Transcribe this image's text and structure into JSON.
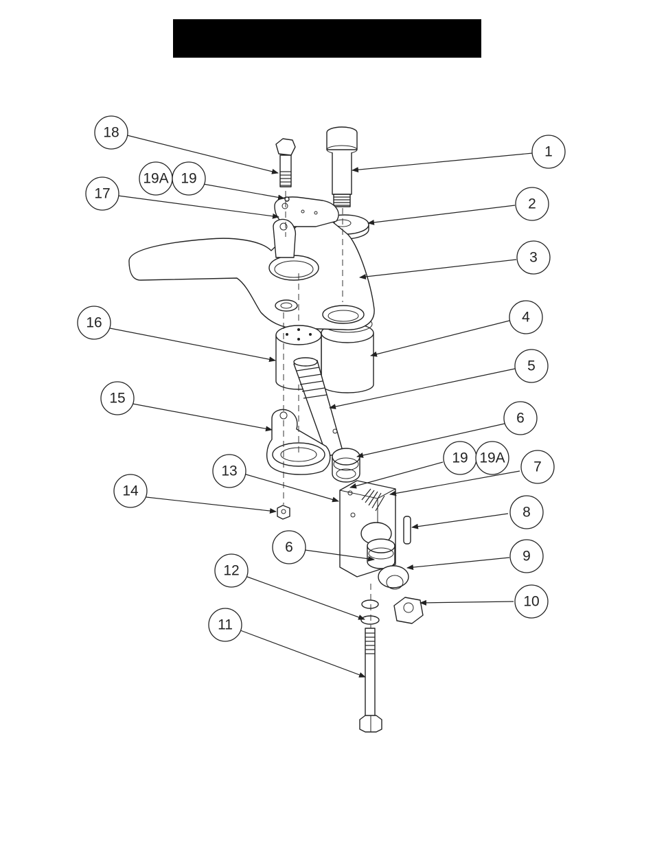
{
  "header": {
    "title_bar_color": "#000000"
  },
  "callouts": [
    {
      "id": "c18",
      "label": "18"
    },
    {
      "id": "c19a-top",
      "label": "19A"
    },
    {
      "id": "c19-top",
      "label": "19"
    },
    {
      "id": "c17",
      "label": "17"
    },
    {
      "id": "c1",
      "label": "1"
    },
    {
      "id": "c2",
      "label": "2"
    },
    {
      "id": "c3",
      "label": "3"
    },
    {
      "id": "c16",
      "label": "16"
    },
    {
      "id": "c4",
      "label": "4"
    },
    {
      "id": "c5",
      "label": "5"
    },
    {
      "id": "c15",
      "label": "15"
    },
    {
      "id": "c6-top",
      "label": "6"
    },
    {
      "id": "c13",
      "label": "13"
    },
    {
      "id": "c19-mid",
      "label": "19"
    },
    {
      "id": "c19a-mid",
      "label": "19A"
    },
    {
      "id": "c7",
      "label": "7"
    },
    {
      "id": "c14",
      "label": "14"
    },
    {
      "id": "c8",
      "label": "8"
    },
    {
      "id": "c6-mid",
      "label": "6"
    },
    {
      "id": "c9",
      "label": "9"
    },
    {
      "id": "c12",
      "label": "12"
    },
    {
      "id": "c10",
      "label": "10"
    },
    {
      "id": "c11",
      "label": "11"
    }
  ]
}
